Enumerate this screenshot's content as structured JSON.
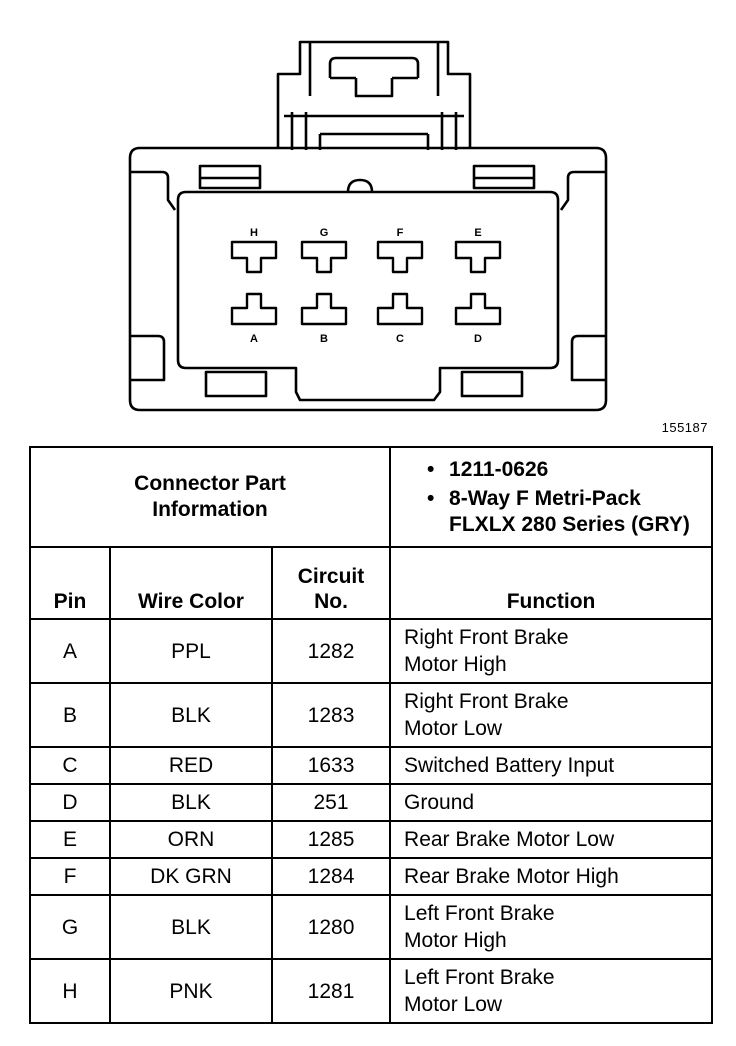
{
  "figure_id": "155187",
  "connector": {
    "pins_top": [
      "H",
      "G",
      "F",
      "E"
    ],
    "pins_bottom": [
      "A",
      "B",
      "C",
      "D"
    ]
  },
  "table": {
    "header_left_line1": "Connector Part",
    "header_left_line2": "Information",
    "header_right_items": [
      "1211-0626",
      "8-Way F Metri-Pack FLXLX 280 Series (GRY)"
    ],
    "columns": {
      "pin": "Pin",
      "wire_color": "Wire Color",
      "circuit_line1": "Circuit",
      "circuit_line2": "No.",
      "function": "Function"
    },
    "rows": [
      {
        "pin": "A",
        "wire_color": "PPL",
        "circuit": "1282",
        "function_line1": "Right Front Brake",
        "function_line2": "Motor High"
      },
      {
        "pin": "B",
        "wire_color": "BLK",
        "circuit": "1283",
        "function_line1": "Right Front Brake",
        "function_line2": "Motor Low"
      },
      {
        "pin": "C",
        "wire_color": "RED",
        "circuit": "1633",
        "function_line1": "Switched Battery Input",
        "function_line2": ""
      },
      {
        "pin": "D",
        "wire_color": "BLK",
        "circuit": "251",
        "function_line1": "Ground",
        "function_line2": ""
      },
      {
        "pin": "E",
        "wire_color": "ORN",
        "circuit": "1285",
        "function_line1": "Rear Brake Motor Low",
        "function_line2": ""
      },
      {
        "pin": "F",
        "wire_color": "DK GRN",
        "circuit": "1284",
        "function_line1": "Rear Brake Motor High",
        "function_line2": ""
      },
      {
        "pin": "G",
        "wire_color": "BLK",
        "circuit": "1280",
        "function_line1": "Left Front Brake",
        "function_line2": "Motor High"
      },
      {
        "pin": "H",
        "wire_color": "PNK",
        "circuit": "1281",
        "function_line1": "Left Front Brake",
        "function_line2": "Motor Low"
      }
    ]
  }
}
